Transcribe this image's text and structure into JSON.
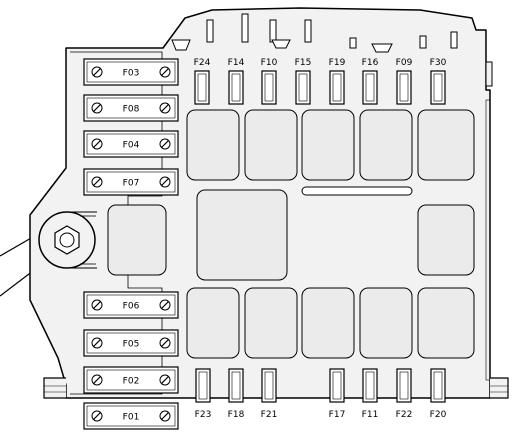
{
  "title": "",
  "colors": {
    "outline": "#000000",
    "box_fill": "#f2f2f2",
    "block_fill": "#ebebeb",
    "fuse_fill": "#ffffff"
  },
  "left_maxi_fuses": [
    {
      "id": "f03",
      "label": "F03"
    },
    {
      "id": "f08",
      "label": "F08"
    },
    {
      "id": "f04",
      "label": "F04"
    },
    {
      "id": "f07",
      "label": "F07"
    },
    {
      "id": "f06",
      "label": "F06"
    },
    {
      "id": "f05",
      "label": "F05"
    },
    {
      "id": "f02",
      "label": "F02"
    },
    {
      "id": "f01",
      "label": "F01"
    }
  ],
  "top_fuses": [
    {
      "id": "f24",
      "label": "F24"
    },
    {
      "id": "f14",
      "label": "F14"
    },
    {
      "id": "f10",
      "label": "F10"
    },
    {
      "id": "f15",
      "label": "F15"
    },
    {
      "id": "f19",
      "label": "F19"
    },
    {
      "id": "f16",
      "label": "F16"
    },
    {
      "id": "f09",
      "label": "F09"
    },
    {
      "id": "f30",
      "label": "F30"
    }
  ],
  "bottom_fuses": [
    {
      "id": "f23",
      "label": "F23"
    },
    {
      "id": "f18",
      "label": "F18"
    },
    {
      "id": "f21",
      "label": "F21"
    },
    {
      "id": "f17",
      "label": "F17"
    },
    {
      "id": "f11",
      "label": "F11"
    },
    {
      "id": "f22",
      "label": "F22"
    },
    {
      "id": "f20",
      "label": "F20"
    }
  ],
  "icons": {
    "fuse_screw": "slotted-screw-icon",
    "terminal_nut": "hex-nut-icon"
  }
}
